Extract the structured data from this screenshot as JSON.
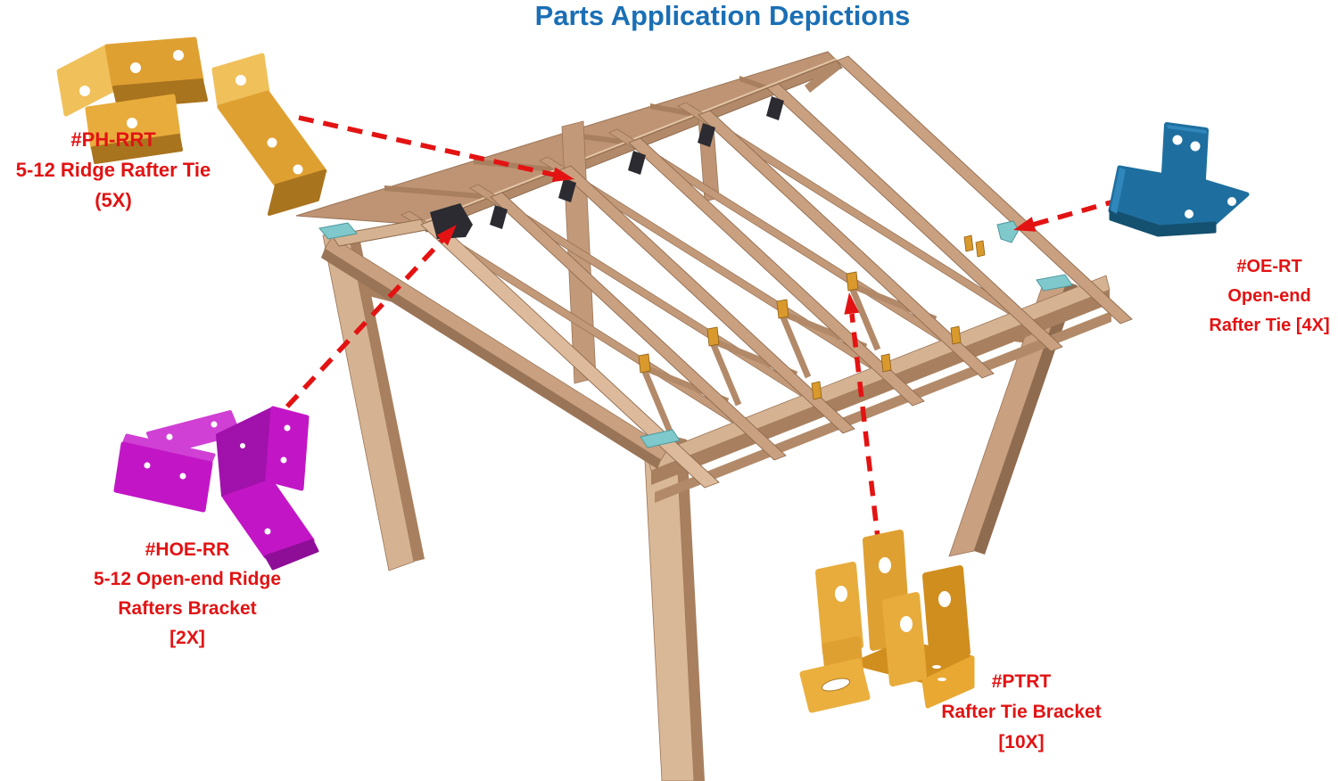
{
  "title": "Parts Application Depictions",
  "colors": {
    "title_blue": "#1A6FB5",
    "label_red": "#E21313",
    "arrow_red": "#E31313",
    "wood": "#C9A080",
    "part_orange": "#DFA032",
    "part_blue": "#1E6F9F",
    "part_magenta": "#C216C6",
    "part_gold": "#DFA032",
    "ridge_bracket_black": "#2B2B31",
    "post_tie_teal": "#7FC9CD"
  },
  "parts": {
    "ph_rrt": {
      "lines": [
        "#PH-RRT",
        "5-12 Ridge Rafter Tie",
        "(5X)"
      ]
    },
    "oe_rt": {
      "lines": [
        "#OE-RT",
        "Open-end",
        "Rafter Tie [4X]"
      ]
    },
    "hoe_rr": {
      "lines": [
        "#HOE-RR",
        "5-12 Open-end Ridge",
        "Rafters Bracket",
        "[2X]"
      ]
    },
    "ptrt": {
      "lines": [
        "#PTRT",
        "Rafter Tie Bracket",
        "[10X]"
      ]
    }
  }
}
